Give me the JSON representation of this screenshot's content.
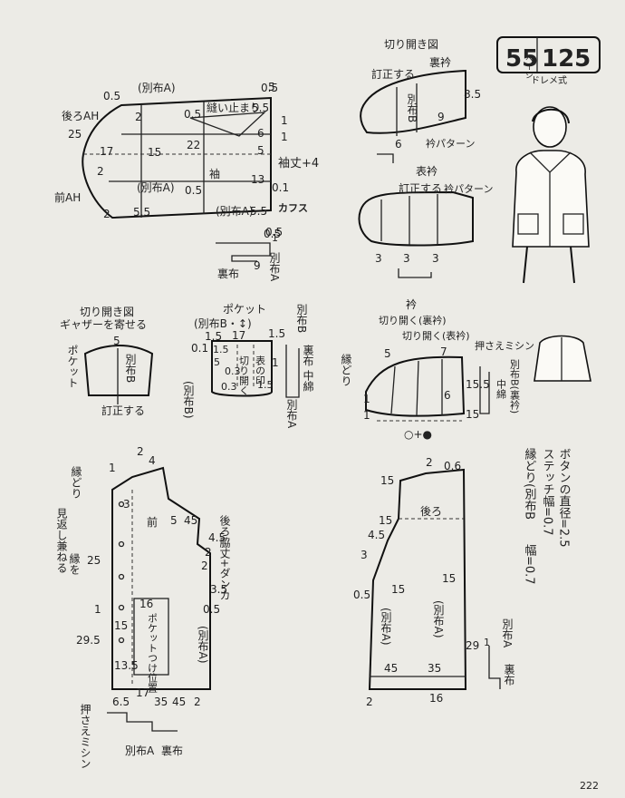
{
  "header": {
    "page_ref_a": "55",
    "page_ref_kana": "ページ",
    "page_ref_b": "125",
    "method": "ドレメ式"
  },
  "footer": {
    "page_number": "222"
  },
  "sleeve": {
    "top_label": "(別布A)",
    "back_ah": "後ろAH",
    "front_ah": "前AH",
    "stitch_stop": "縫い止まり",
    "name": "袖",
    "side_label": "(別布A)",
    "bottom_label": "(別布A)",
    "length_note": "袖丈+4",
    "cuffs": "カフス",
    "n05a": "0.5",
    "n05b": "0.5",
    "n05c": "0.5",
    "n05d": "0.5",
    "n05e": "0.5",
    "n2a": "2",
    "n2b": "2",
    "n2c": "2",
    "n25": "25",
    "n17": "17",
    "n15": "15",
    "n22": "22",
    "n55a": "5.5",
    "n55b": "5.5",
    "n55c": "5.5",
    "n55d": "5",
    "n6": "6",
    "n5": "5",
    "n13": "13",
    "n01": "0.1",
    "n1a": "1",
    "n1b": "1"
  },
  "cuff_detail": {
    "lining": "裏布",
    "fabric": "別布A",
    "n05": "0.5",
    "n9": "9",
    "n1": "1"
  },
  "collar_slash": {
    "title": "切り開き図",
    "undercollar": "裏衿",
    "correct": "訂正する",
    "fabric": "別布B",
    "n85": "8.5",
    "n9": "9",
    "n6": "6",
    "pattern": "衿パターン"
  },
  "topcollar": {
    "title": "表衿",
    "correct": "訂正する",
    "pattern": "衿パターン",
    "n3a": "3",
    "n3b": "3",
    "n3c": "3"
  },
  "pocket_slash": {
    "title": "切り開き図",
    "gather": "ギャザーを寄せる",
    "pocket": "ポケット",
    "fabric": "別布B",
    "correct": "訂正する",
    "n5": "5"
  },
  "pocket": {
    "title": "ポケット",
    "fabric": "(別布B・↕)",
    "lining": "裏布",
    "interlining": "中綿",
    "fabric_b": "別布B",
    "fabric_a": "別布A",
    "fabric_b2": "(別布B)",
    "open": "切り開く",
    "mark": "表の印",
    "n01": "0.1",
    "n15a": "1.5",
    "n15b": "1.5",
    "n15c": "1.5",
    "n5": "5",
    "n17": "17",
    "n1": "1",
    "n03a": "0.3",
    "n03b": "0.3",
    "n15d": "1.5"
  },
  "collar": {
    "title": "衿",
    "open_under": "切り開く(裏衿)",
    "open_top": "切り開く(表衿)",
    "edge": "縁どり",
    "press": "押さえミシン",
    "fabric": "別布B(裏衿)",
    "interlining": "中綿",
    "n5": "5",
    "n7": "7",
    "n6": "6",
    "n1a": "1",
    "n1b": "1",
    "n15": "15",
    "n155": "15.5",
    "center": "○+●"
  },
  "front": {
    "name": "前",
    "edge": "縁どり",
    "facing": "見返し兼ねる",
    "edge2": "縁を",
    "side_note": "後ろ脇丈+ダンカ",
    "pocket_pos": "ポケットつけ位置",
    "fabric": "(別布A)",
    "press": "押さえミシン",
    "fabric_a": "別布A",
    "lining": "裏布",
    "n2": "2",
    "n4": "4",
    "n1a": "1",
    "n3": "3",
    "n5": "5",
    "n45a": "45",
    "n45b": "4.5",
    "n2b": "2",
    "n2c": "2",
    "n25": "25",
    "n35": "3.5",
    "n05": "0.5",
    "n16": "16",
    "n1b": "1",
    "n15": "15",
    "n295": "29.5",
    "n135": "13.5",
    "n65": "6.5",
    "n17": "17",
    "n35b": "35",
    "n45c": "45",
    "n2d": "2"
  },
  "back": {
    "name": "後ろ",
    "fabric": "(別布A)",
    "fabric2": "(別布A)",
    "n2": "2",
    "n06": "0.6",
    "n15a": "15",
    "n15b": "15",
    "n45": "4.5",
    "n3": "3",
    "n15c": "15",
    "n15d": "15",
    "n05": "0.5",
    "n29": "29",
    "n45b": "45",
    "n35": "35",
    "n2b": "2",
    "n16": "16"
  },
  "back_detail": {
    "fabric": "別布A",
    "lining": "裏布",
    "n1": "1"
  },
  "notes": {
    "button": "ボタンの直径=2.5",
    "stitch": "ステッチ幅=0.7",
    "edge": "縁どり(別布B",
    "edge_w": "幅=0.7"
  }
}
